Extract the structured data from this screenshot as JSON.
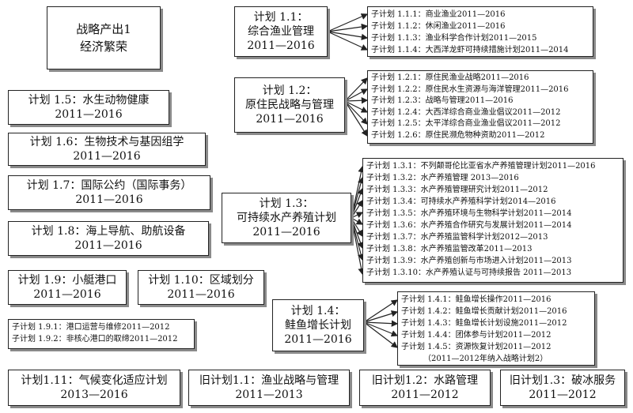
{
  "strategy": {
    "line1": "战略产出1",
    "line2": "经济繁荣"
  },
  "plans": {
    "p11": {
      "title": "计划 1.1：",
      "name": "综合渔业管理",
      "years": "2011—2016"
    },
    "p12": {
      "title": "计划 1.2：",
      "name": "原住民战略与管理",
      "years": "2011—2016"
    },
    "p13": {
      "title": "计划 1.3：",
      "name": "可持续水产养殖计划",
      "years": "2011—2016"
    },
    "p14": {
      "title": "计划 1.4：",
      "name": "鲑鱼增长计划",
      "years": "2011—2016"
    },
    "p15": {
      "title": "计划 1.5：水生动物健康",
      "years": "2011—2016"
    },
    "p16": {
      "title": "计划 1.6：生物技术与基因组学",
      "years": "2011—2016"
    },
    "p17": {
      "title": "计划 1.7：国际公约（国际事务）",
      "years": "2011—2016"
    },
    "p18": {
      "title": "计划 1.8：海上导航、助航设备",
      "years": "2011—2016"
    },
    "p19": {
      "title": "计划 1.9：小艇港口",
      "years": "2011—2016"
    },
    "p110": {
      "title": "计划 1.10：区域划分",
      "years": "2011—2016"
    },
    "p111": {
      "title": "计划1.11：气候变化适应计划",
      "years": "2013—2016"
    },
    "old11": {
      "title": "旧计划1.1：渔业战略与管理",
      "years": "2011—2013"
    },
    "old12": {
      "title": "旧计划1.2：水路管理",
      "years": "2011—2012"
    },
    "old13": {
      "title": "旧计划1.3：破冰服务",
      "years": "2011—2012"
    }
  },
  "sub11": [
    "子计划 1.1.1：商业渔业2011—2016",
    "子计划 1.1.2：休闲渔业2011—2016",
    "子计划 1.1.3：渔业科学合作计划2011—2015",
    "子计划 1.1.4：大西洋龙虾可持续措施计划2011—2014"
  ],
  "sub12": [
    "子计划 1.2.1：原住民渔业战略2011—2016",
    "子计划 1.2.2：原住民水生资源与海洋管理2011—2016",
    "子计划 1.2.3：战略与管理2011—2016",
    "子计划 1.2.4：大西洋综合商业渔业倡议2011—2012",
    "子计划 1.2.5：太平洋综合商业渔业倡议2011—2012",
    "子计划 1.2.6：原住民濒危物种资助2011—2012"
  ],
  "sub13": [
    "子计划 1.3.1：不列颠哥伦比亚省水产养殖管理计划2011—2016",
    "子计划 1.3.2：水产养殖管理 2013—2016",
    "子计划 1.3.3：水产养殖管理研究计划2011—2012",
    "子计划 1.3.4：可持续水产养殖科学计划2014—2016",
    "子计划 1.3.5：水产养殖环境与生物科学计划2011—2014",
    "子计划 1.3.6：水产养殖合作研究与发展计划2011—2014",
    "子计划 1.3.7：水产养殖监管科学计划2012—2013",
    "子计划 1.3.8：水产养殖监管改革2011—2013",
    "子计划 1.3.9：水产养殖创新与市场进入计划2011—2013",
    "子计划 1.3.10：水产养殖认证与可持续报告 2011—2013"
  ],
  "sub14": [
    "子计划 1.4.1：鲑鱼增长操作2011—2016",
    "子计划 1.4.2：鲑鱼增长贡献计划2011—2016",
    "子计划 1.4.3：鲑鱼增长计划设施2011—2012",
    "子计划 1.4.4：团体参与计划2011—2012",
    "子计划 1.4.5：资源恢复计划2011—2012",
    "（2011—2012年纳入战略计划2）"
  ],
  "sub19": [
    "子计划 1.9.1：港口运营与维修2011—2012",
    "子计划 1.9.2：非核心港口的取缔2011—2012"
  ]
}
